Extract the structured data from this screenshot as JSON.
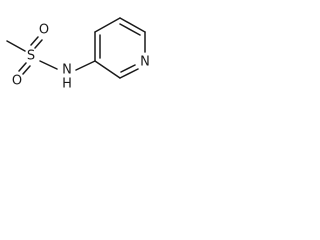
{
  "structure": {
    "atoms": {
      "sulfur": "S",
      "oxygen_top": "O",
      "oxygen_bottom": "O",
      "amine": "N",
      "amine_h": "H",
      "ring_nitrogen": "N"
    }
  }
}
